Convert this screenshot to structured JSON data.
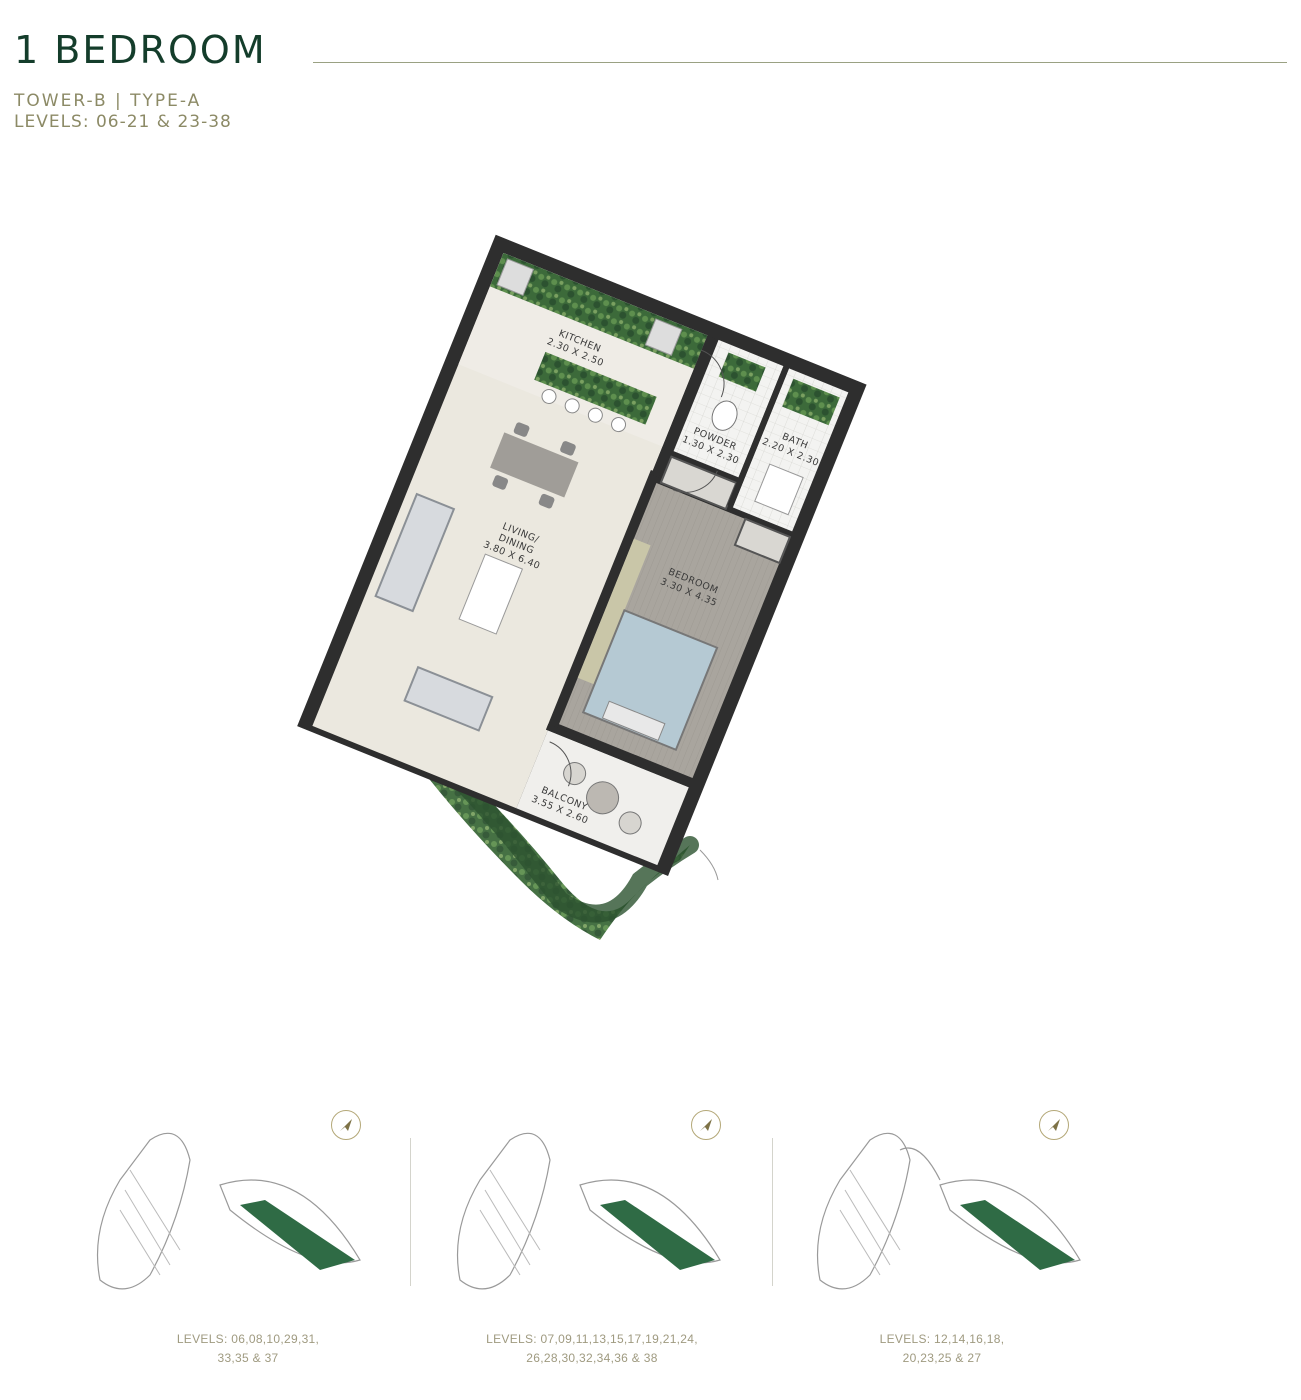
{
  "header": {
    "title": "1 BEDROOM",
    "tower_type": "TOWER-B | TYPE-A",
    "levels": "LEVELS: 06-21 & 23-38"
  },
  "rooms": {
    "kitchen": {
      "name": "KITCHEN",
      "dims": "2.30 X 2.50"
    },
    "powder": {
      "name": "POWDER",
      "dims": "1.30 X 2.30"
    },
    "bath": {
      "name": "BATH",
      "dims": "2.20 X 2.30"
    },
    "living": {
      "name": "LIVING/",
      "name2": "DINING",
      "dims": "3.80 X 6.40"
    },
    "bedroom": {
      "name": "BEDROOM",
      "dims": "3.30 X 4.35"
    },
    "balcony": {
      "name": "BALCONY",
      "dims": "3.55 X 2.60"
    }
  },
  "key_plans": [
    {
      "levels_line1": "LEVELS: 06,08,10,29,31,",
      "levels_line2": "33,35 & 37"
    },
    {
      "levels_line1": "LEVELS: 07,09,11,13,15,17,19,21,24,",
      "levels_line2": "26,28,30,32,34,36 & 38"
    },
    {
      "levels_line1": "LEVELS: 12,14,16,18,",
      "levels_line2": "20,23,25 & 27"
    }
  ],
  "icons": [
    "north-arrow-icon",
    "north-arrow-icon",
    "north-arrow-icon"
  ],
  "colors": {
    "title": "#143d2b",
    "subtitle": "#8c8a66",
    "wall": "#2e2e2e",
    "floor_living": "#ebe8df",
    "floor_bedroom": "#a6a29b",
    "unit_highlight": "#2f6b45",
    "planting": "#3f6d3a"
  }
}
